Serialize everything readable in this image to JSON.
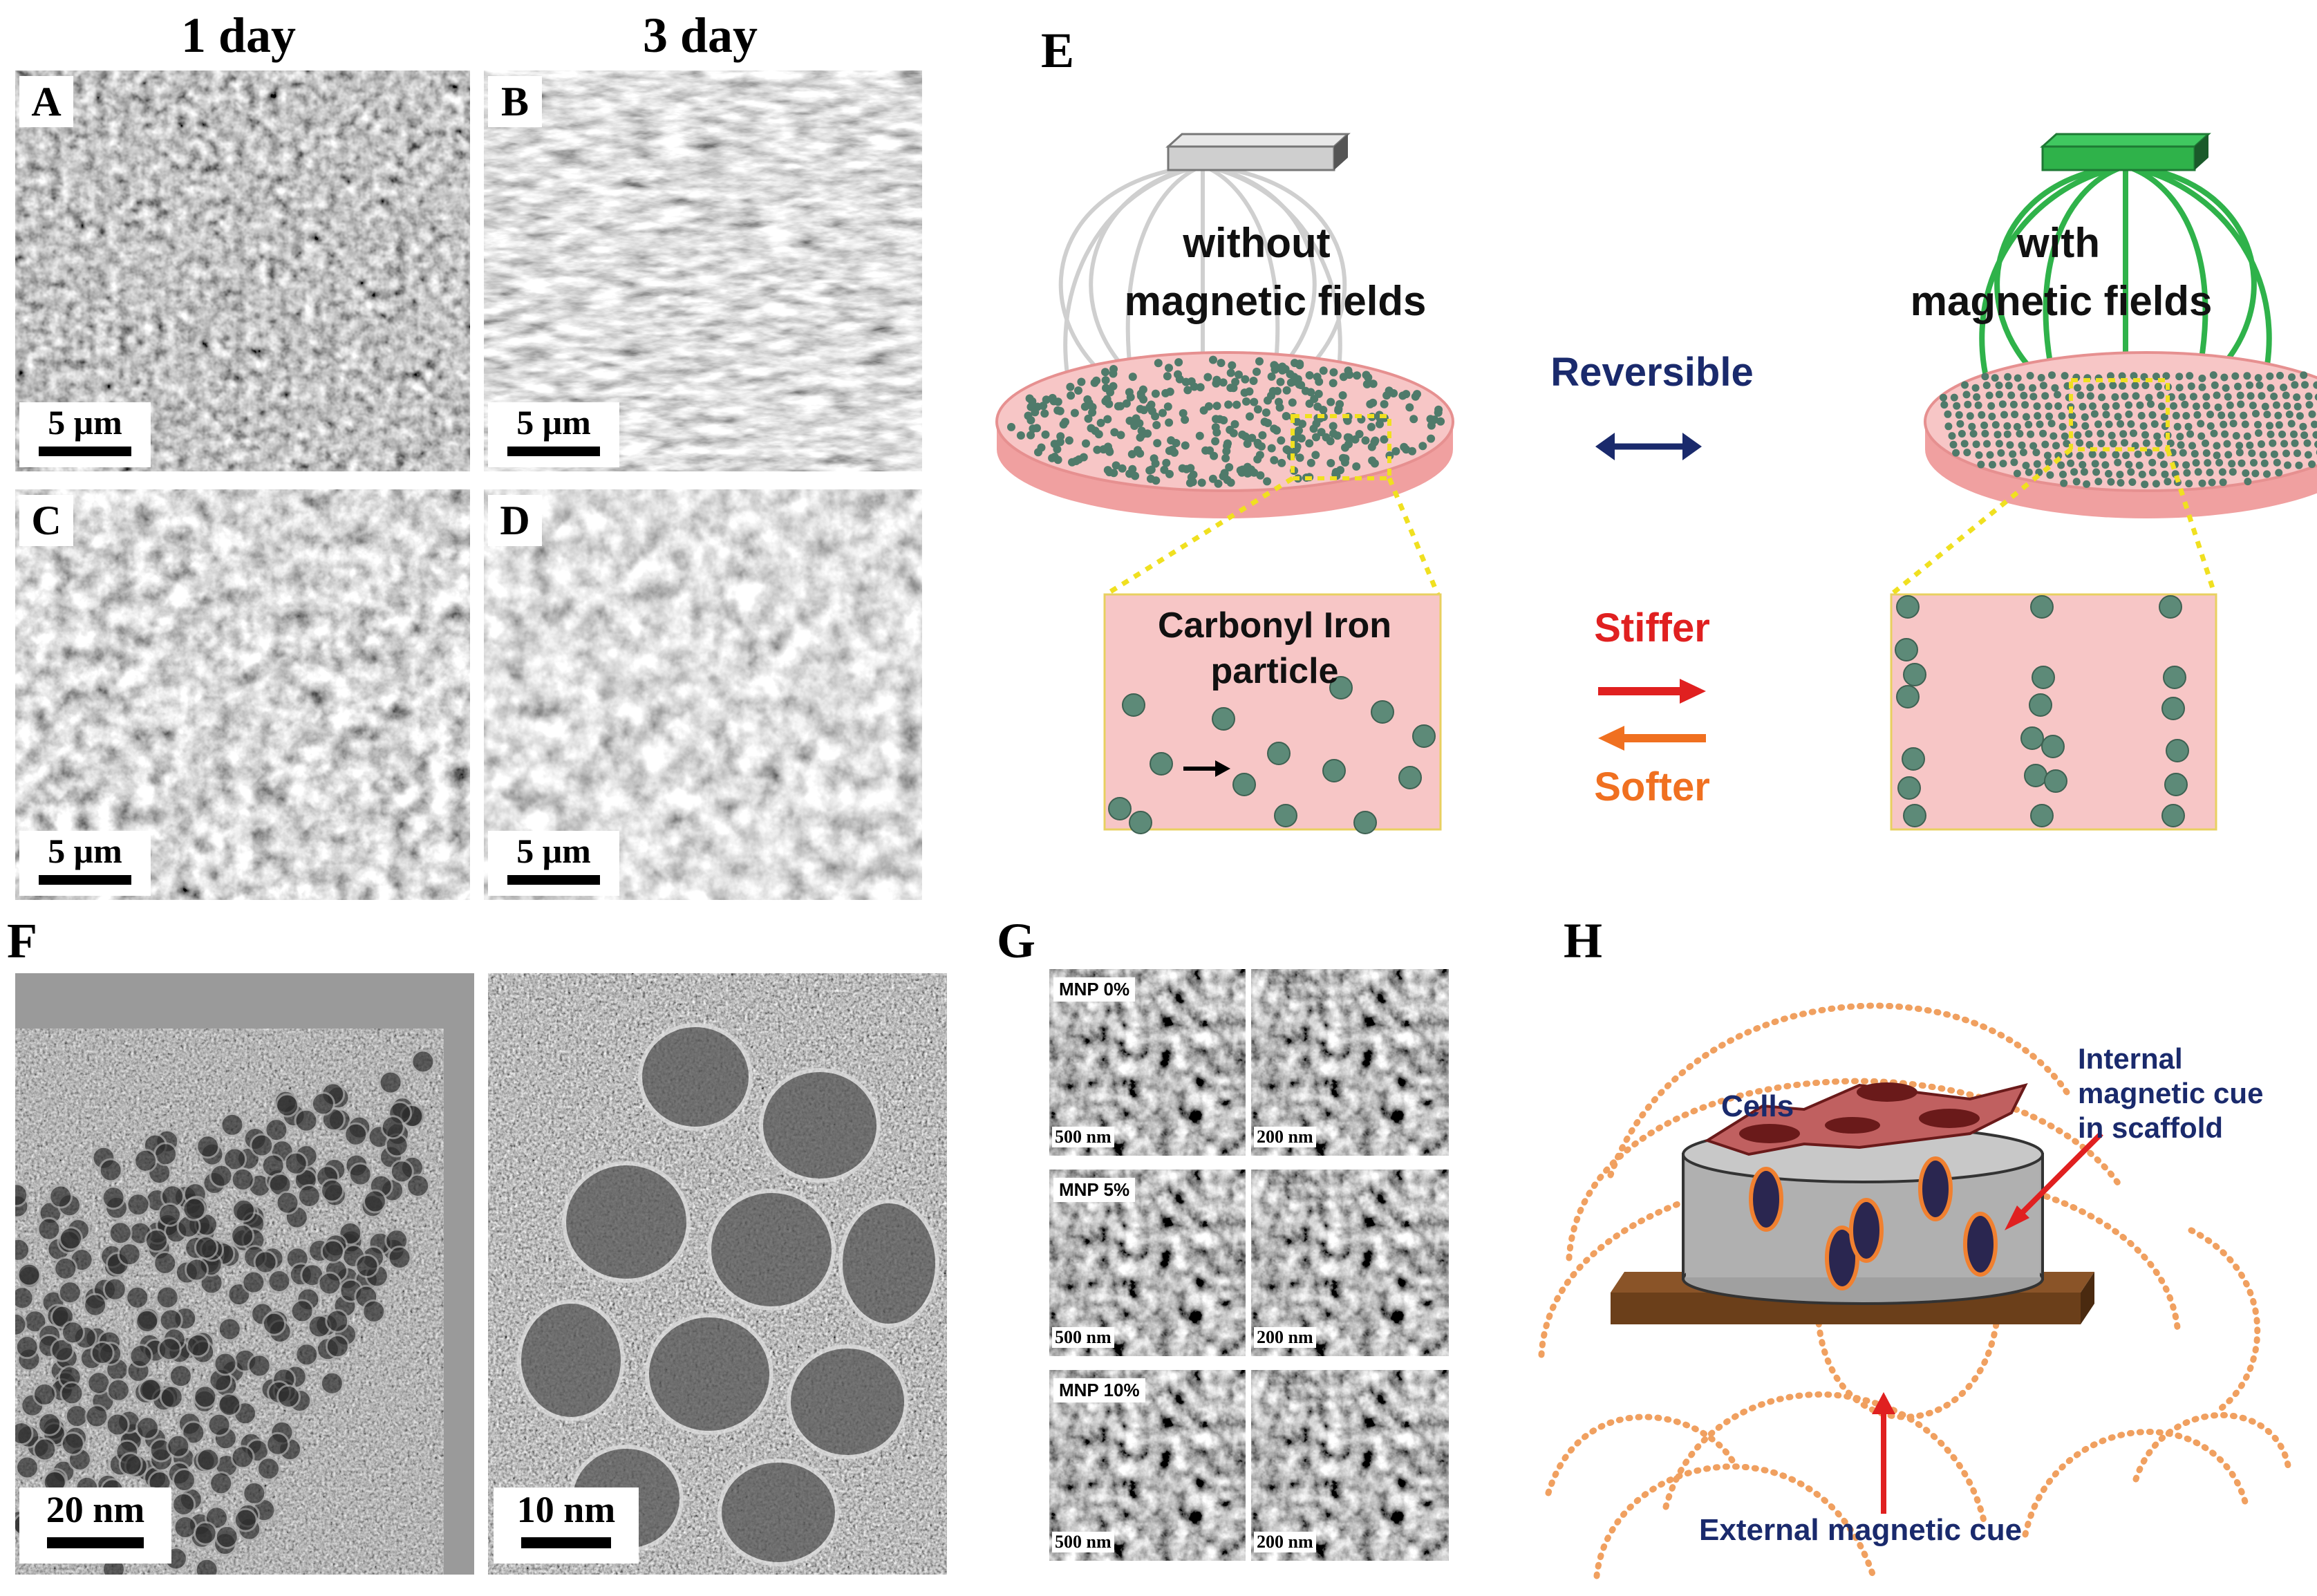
{
  "headers": {
    "col1": "1 day",
    "col2": "3 day"
  },
  "panels": {
    "A": {
      "letter": "A",
      "scale": "5 μm"
    },
    "B": {
      "letter": "B",
      "scale": "5 μm"
    },
    "C": {
      "letter": "C",
      "scale": "5 μm"
    },
    "D": {
      "letter": "D",
      "scale": "5 μm"
    },
    "E": {
      "letter": "E",
      "left_line1": "without",
      "left_line2": "magnetic fields",
      "right_line1": "with",
      "right_line2": "magnetic fields",
      "reversible": "Reversible",
      "particle_line1": "Carbonyl Iron",
      "particle_line2": "particle",
      "stiffer": "Stiffer",
      "softer": "Softer",
      "colors": {
        "dark_arrow": "#1a2a6c",
        "stiffer": "#e02020",
        "softer": "#f07020",
        "field_green": "#2fb24a",
        "gel_pink": "#f4b8b8",
        "particle": "#4f7a6a"
      }
    },
    "F": {
      "letter": "F",
      "scale_left": "20 nm",
      "scale_right": "10 nm"
    },
    "G": {
      "letter": "G",
      "rows": [
        {
          "label": "MNP 0%",
          "scale_left": "500 nm",
          "scale_right": "200 nm"
        },
        {
          "label": "MNP 5%",
          "scale_left": "500 nm",
          "scale_right": "200 nm"
        },
        {
          "label": "MNP 10%",
          "scale_left": "500 nm",
          "scale_right": "200 nm"
        }
      ]
    },
    "H": {
      "letter": "H",
      "cells": "Cells",
      "internal_line1": "Internal",
      "internal_line2": "magnetic cue",
      "internal_line3": "in scaffold",
      "external": "External magnetic cue",
      "colors": {
        "label_blue": "#1a2a6c",
        "arrow_red": "#e02020",
        "dots": "#f0a060",
        "base": "#6b3f1a"
      }
    }
  }
}
